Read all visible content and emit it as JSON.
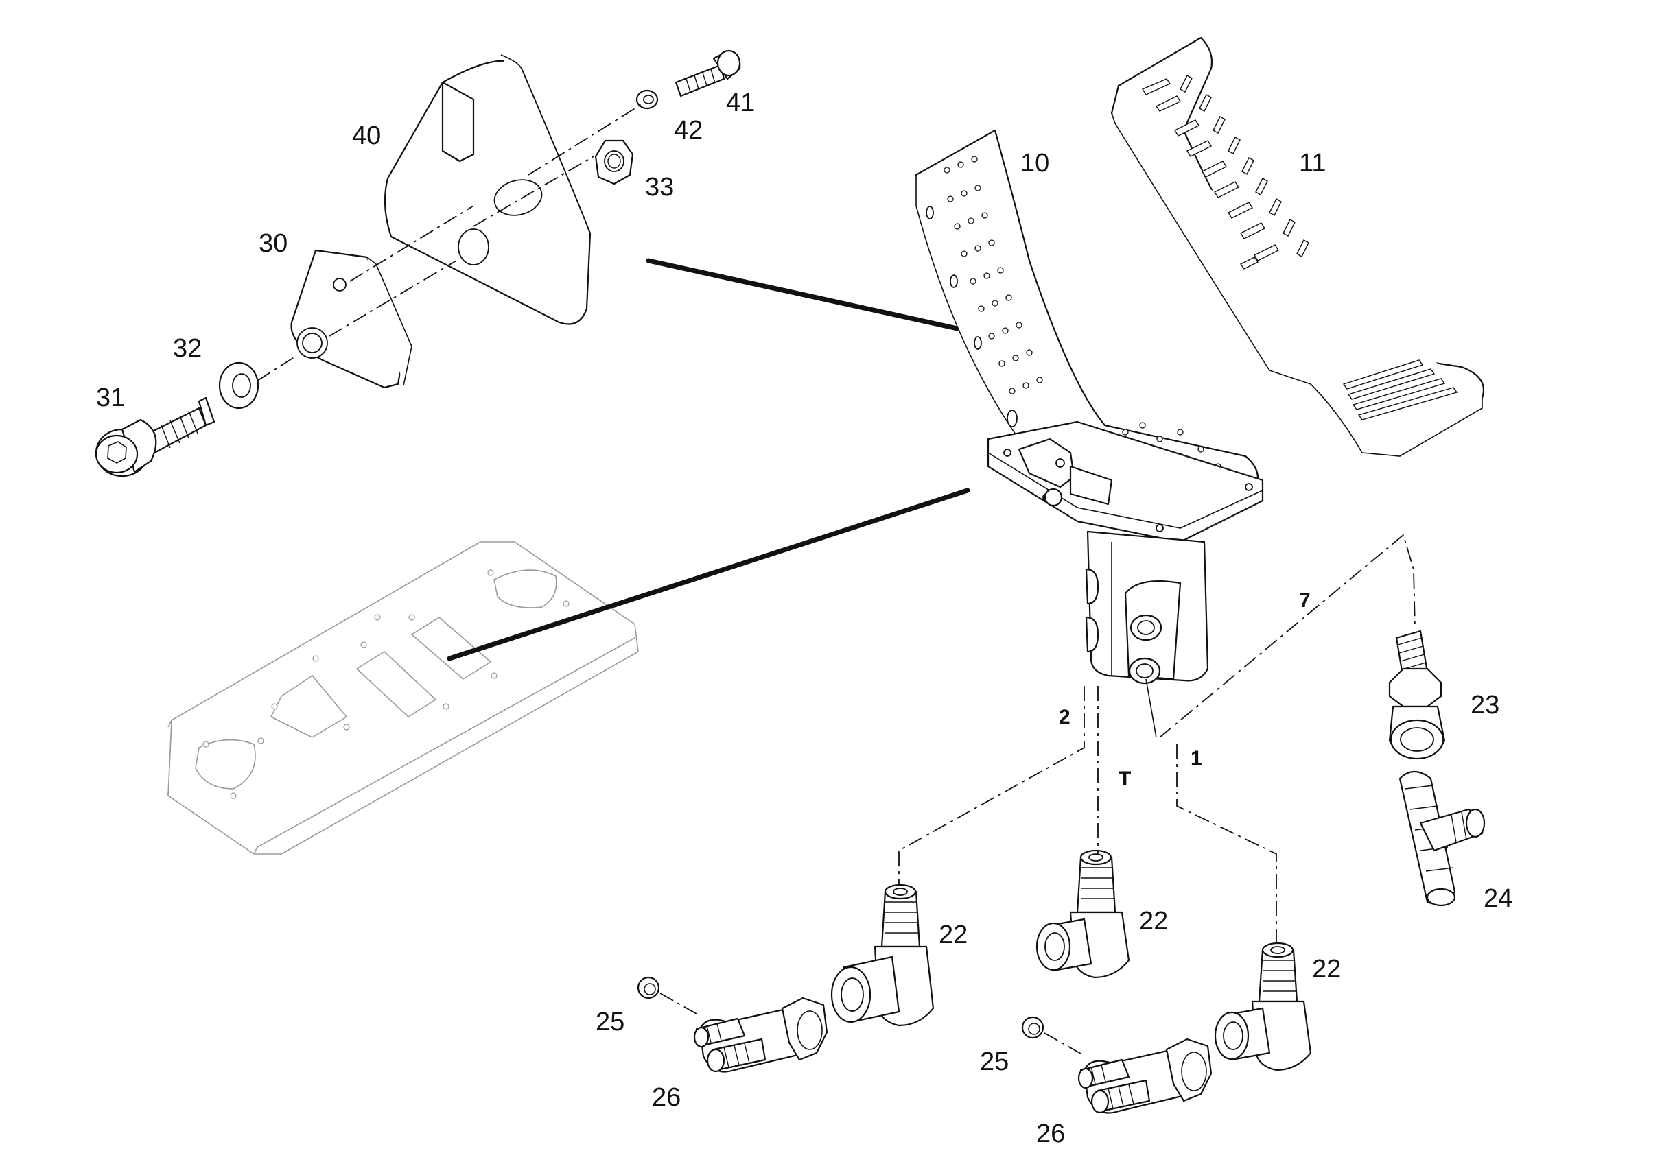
{
  "callouts": [
    {
      "id": "c40",
      "text": "40"
    },
    {
      "id": "c41",
      "text": "41"
    },
    {
      "id": "c42",
      "text": "42"
    },
    {
      "id": "c33",
      "text": "33"
    },
    {
      "id": "c30",
      "text": "30"
    },
    {
      "id": "c32",
      "text": "32"
    },
    {
      "id": "c31",
      "text": "31"
    },
    {
      "id": "c10",
      "text": "10"
    },
    {
      "id": "c11",
      "text": "11"
    },
    {
      "id": "c23",
      "text": "23"
    },
    {
      "id": "c24",
      "text": "24"
    },
    {
      "id": "c22a",
      "text": "22"
    },
    {
      "id": "c22b",
      "text": "22"
    },
    {
      "id": "c22c",
      "text": "22"
    },
    {
      "id": "c25a",
      "text": "25"
    },
    {
      "id": "c26a",
      "text": "26"
    },
    {
      "id": "c25b",
      "text": "25"
    },
    {
      "id": "c26b",
      "text": "26"
    }
  ],
  "ports": {
    "port_7": "7",
    "port_2": "2",
    "port_T": "T",
    "port_1": "1"
  }
}
